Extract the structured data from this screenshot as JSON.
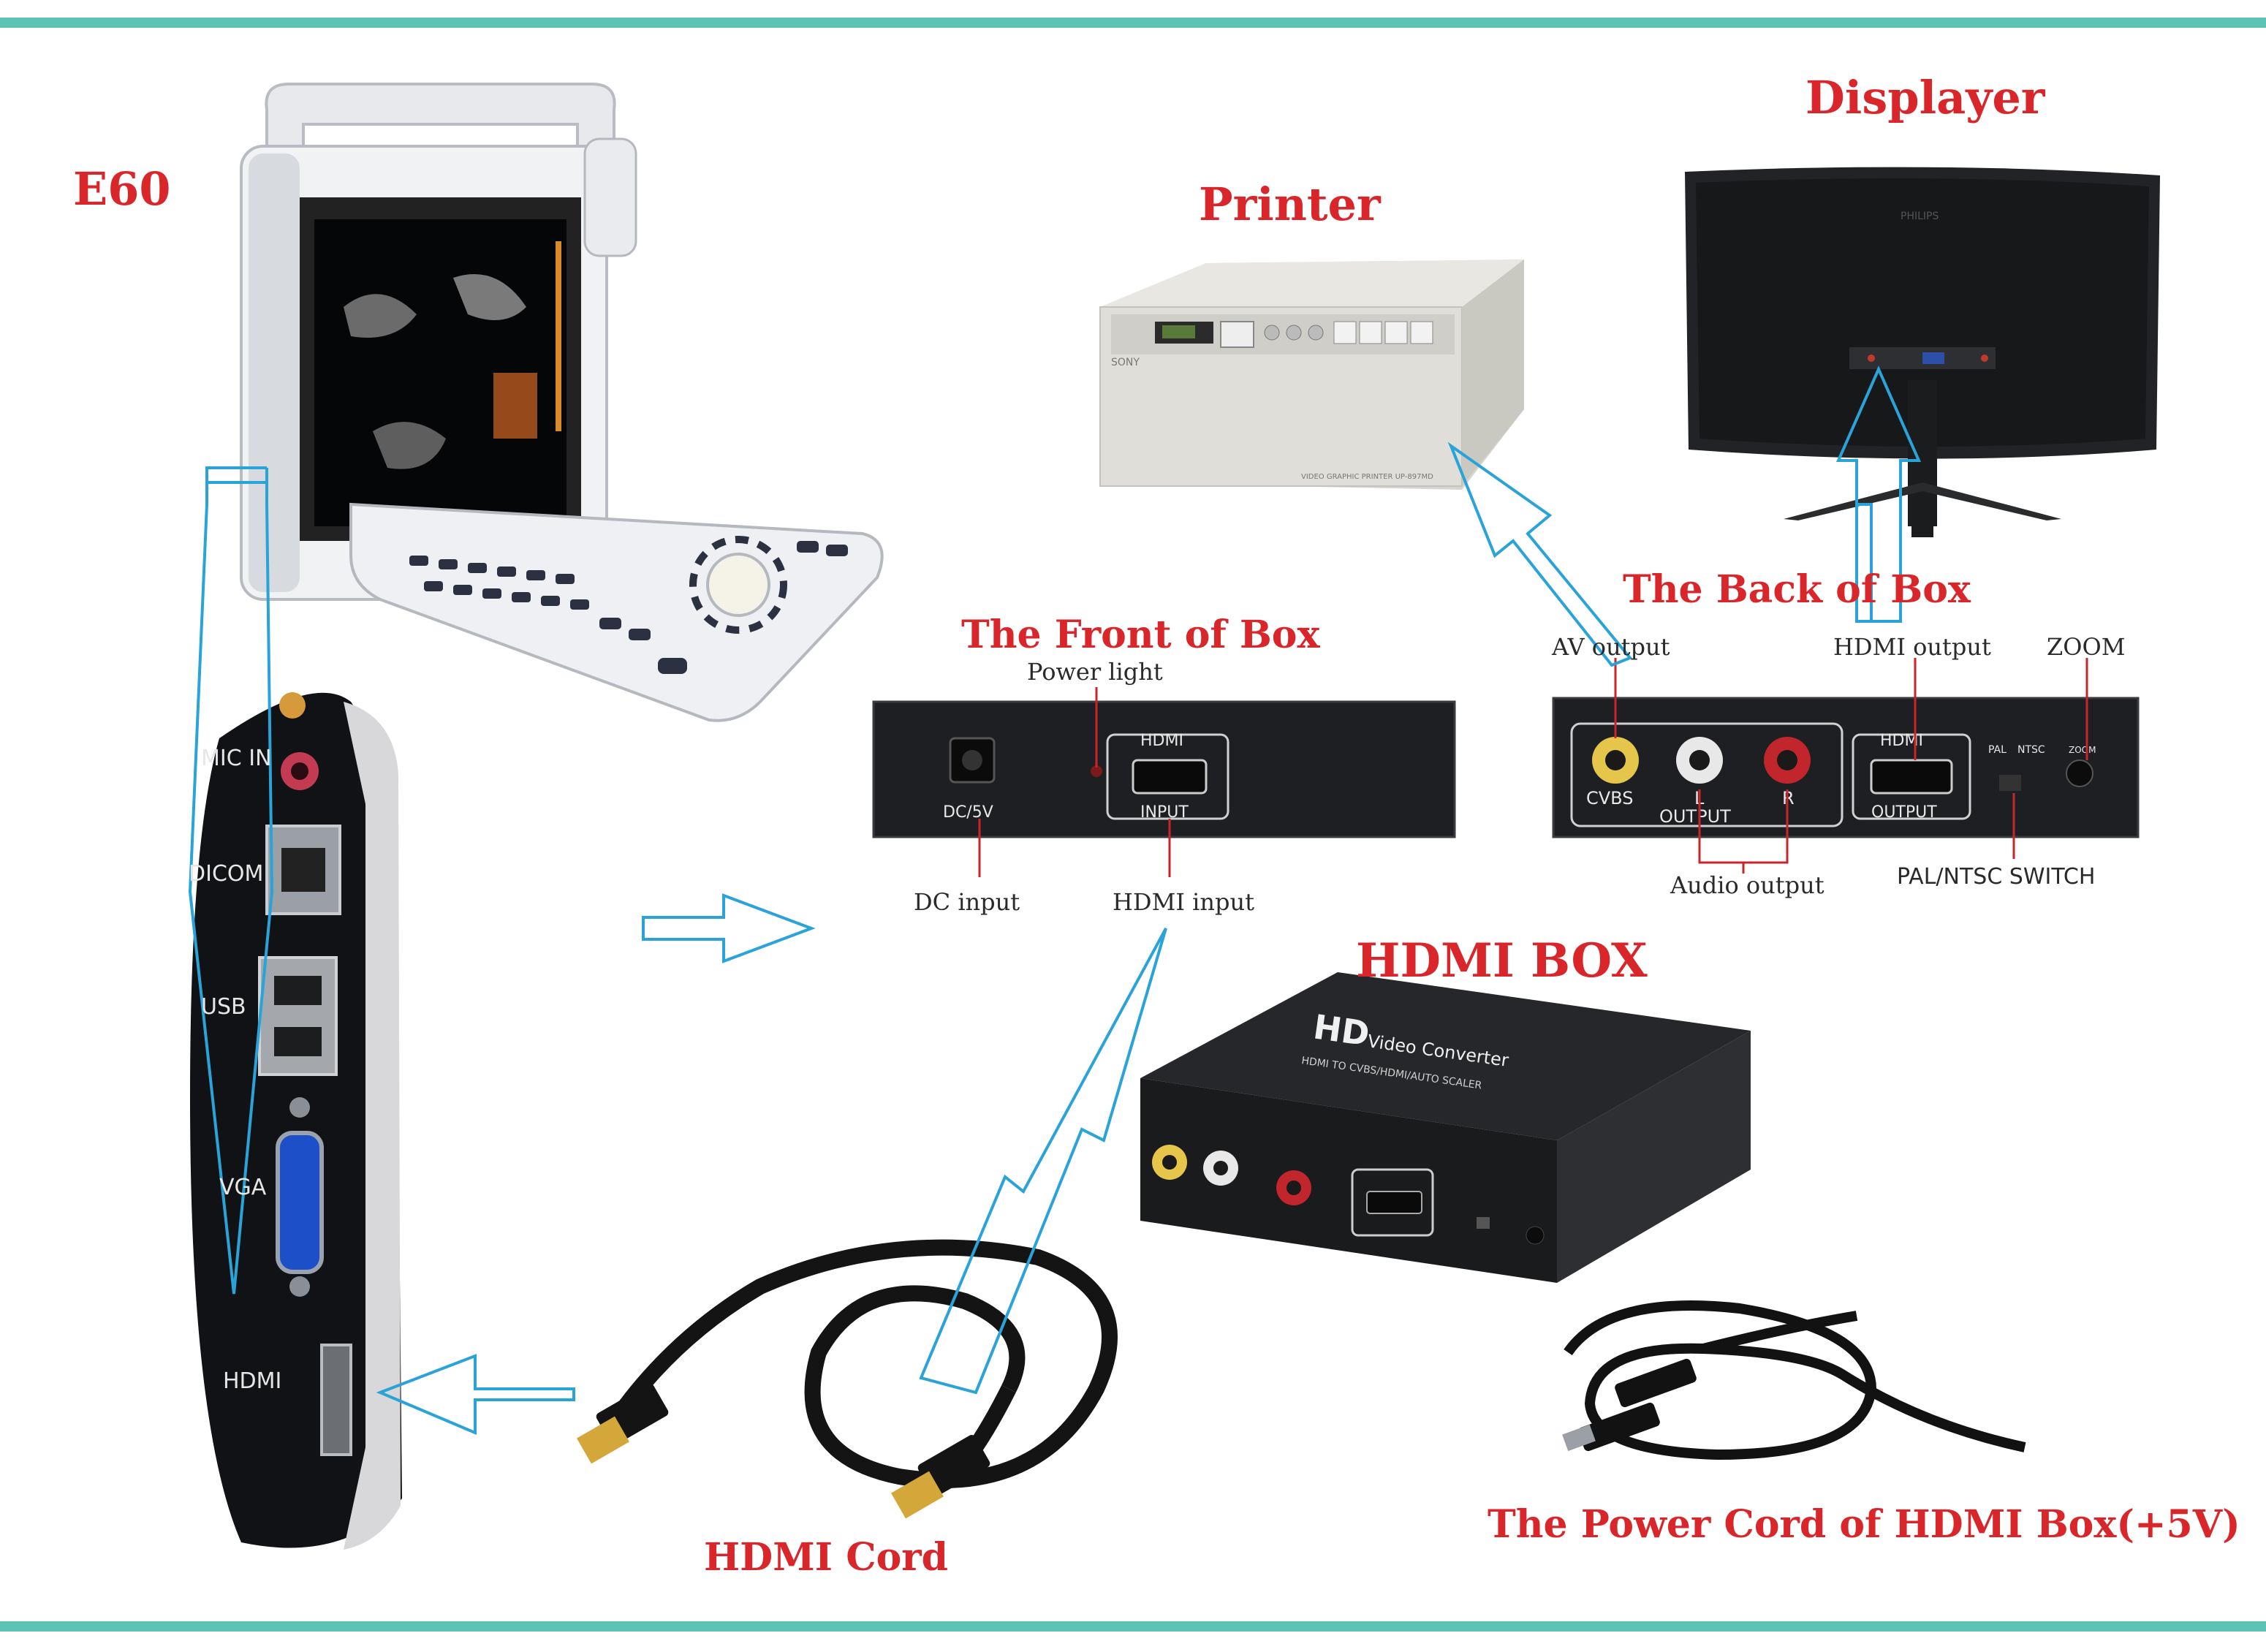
{
  "titles": {
    "e60": "E60",
    "printer": "Printer",
    "displayer": "Displayer",
    "front_of_box": "The Front of Box",
    "back_of_box": "The Back of Box",
    "hdmi_box": "HDMI BOX",
    "hdmi_cord": "HDMI Cord",
    "power_cord": "The Power Cord of HDMI Box(+5V)"
  },
  "captions": {
    "power_light": "Power light",
    "dc_input": "DC input",
    "hdmi_input": "HDMI input",
    "av_output": "AV output",
    "hdmi_output": "HDMI output",
    "zoom": "ZOOM",
    "audio_output": "Audio output",
    "pal_ntsc_switch": "PAL/NTSC SWITCH"
  },
  "panel_labels": {
    "mic_in": "MIC IN",
    "dicom": "DICOM",
    "usb": "USB",
    "vga": "VGA",
    "hdmi": "HDMI",
    "front_hdmi": "HDMI",
    "front_input": "INPUT",
    "front_dc": "DC/5V",
    "back_cvbs": "CVBS",
    "back_l": "L",
    "back_r": "R",
    "back_output": "OUTPUT",
    "back_hdmi": "HDMI",
    "back_hdmi_output": "OUTPUT",
    "back_pal": "PAL",
    "back_ntsc": "NTSC",
    "back_zoom": "ZOOM",
    "box_brand": "HD",
    "box_name": "Video Converter",
    "box_sub": "HDMI TO CVBS/HDMI/AUTO SCALER",
    "printer_brand": "SONY",
    "printer_model": "VIDEO GRAPHIC PRINTER UP-897MD",
    "monitor_brand": "PHILIPS"
  },
  "colors": {
    "title_red": "#d9262b",
    "arrow_blue": "#2aa3d8",
    "band_teal": "#5ec3b5",
    "device_dark": "#1e1f22",
    "callout_red": "#c8242a"
  }
}
